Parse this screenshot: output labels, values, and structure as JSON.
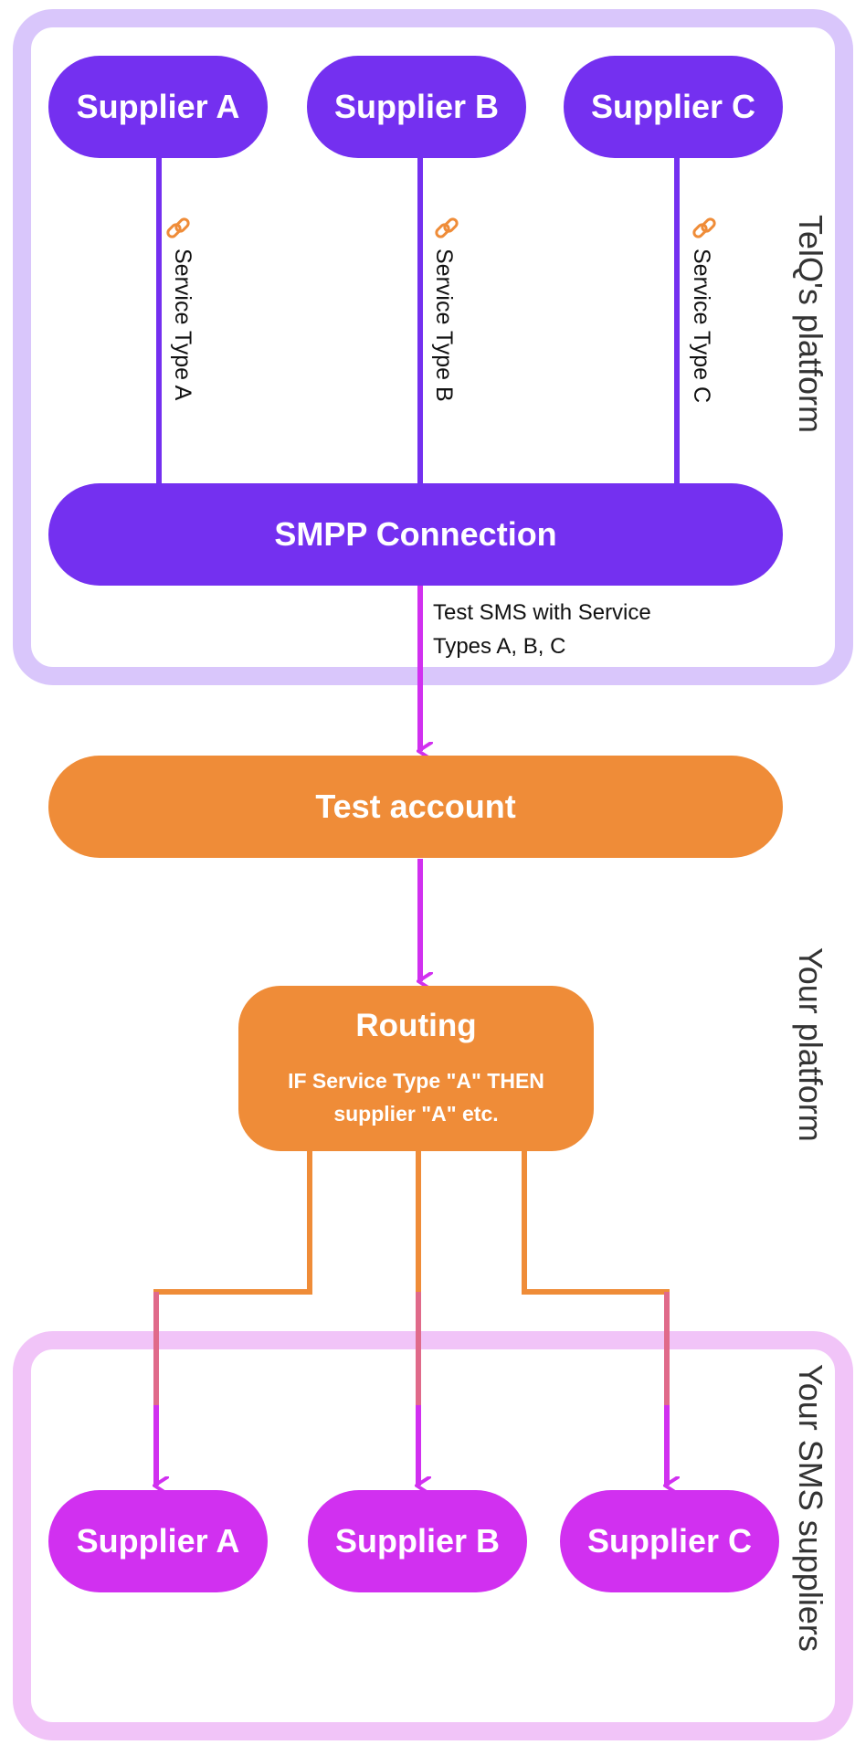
{
  "regions": {
    "telq": "TelQ's platform",
    "yours": "Your platform",
    "suppliers": "Your SMS suppliers"
  },
  "top_suppliers": [
    {
      "label": "Supplier A",
      "service": "Service Type A"
    },
    {
      "label": "Supplier B",
      "service": "Service Type B"
    },
    {
      "label": "Supplier C",
      "service": "Service Type C"
    }
  ],
  "smpp": {
    "label": "SMPP Connection"
  },
  "edge_label": {
    "line1": "Test SMS with Service",
    "line2": "Types A, B, C"
  },
  "test_account": {
    "label": "Test account"
  },
  "routing": {
    "title": "Routing",
    "line1": "IF Service Type \"A\" THEN",
    "line2": "supplier \"A\" etc."
  },
  "bottom_suppliers": [
    {
      "label": "Supplier A"
    },
    {
      "label": "Supplier B"
    },
    {
      "label": "Supplier C"
    }
  ],
  "colors": {
    "purple": "#7430f0",
    "magenta": "#d130f0",
    "orange": "#ef8c38",
    "telq_border": "#d9c6fb",
    "supplier_border": "#f1c4f8",
    "link_icon": "#ef8c38"
  }
}
